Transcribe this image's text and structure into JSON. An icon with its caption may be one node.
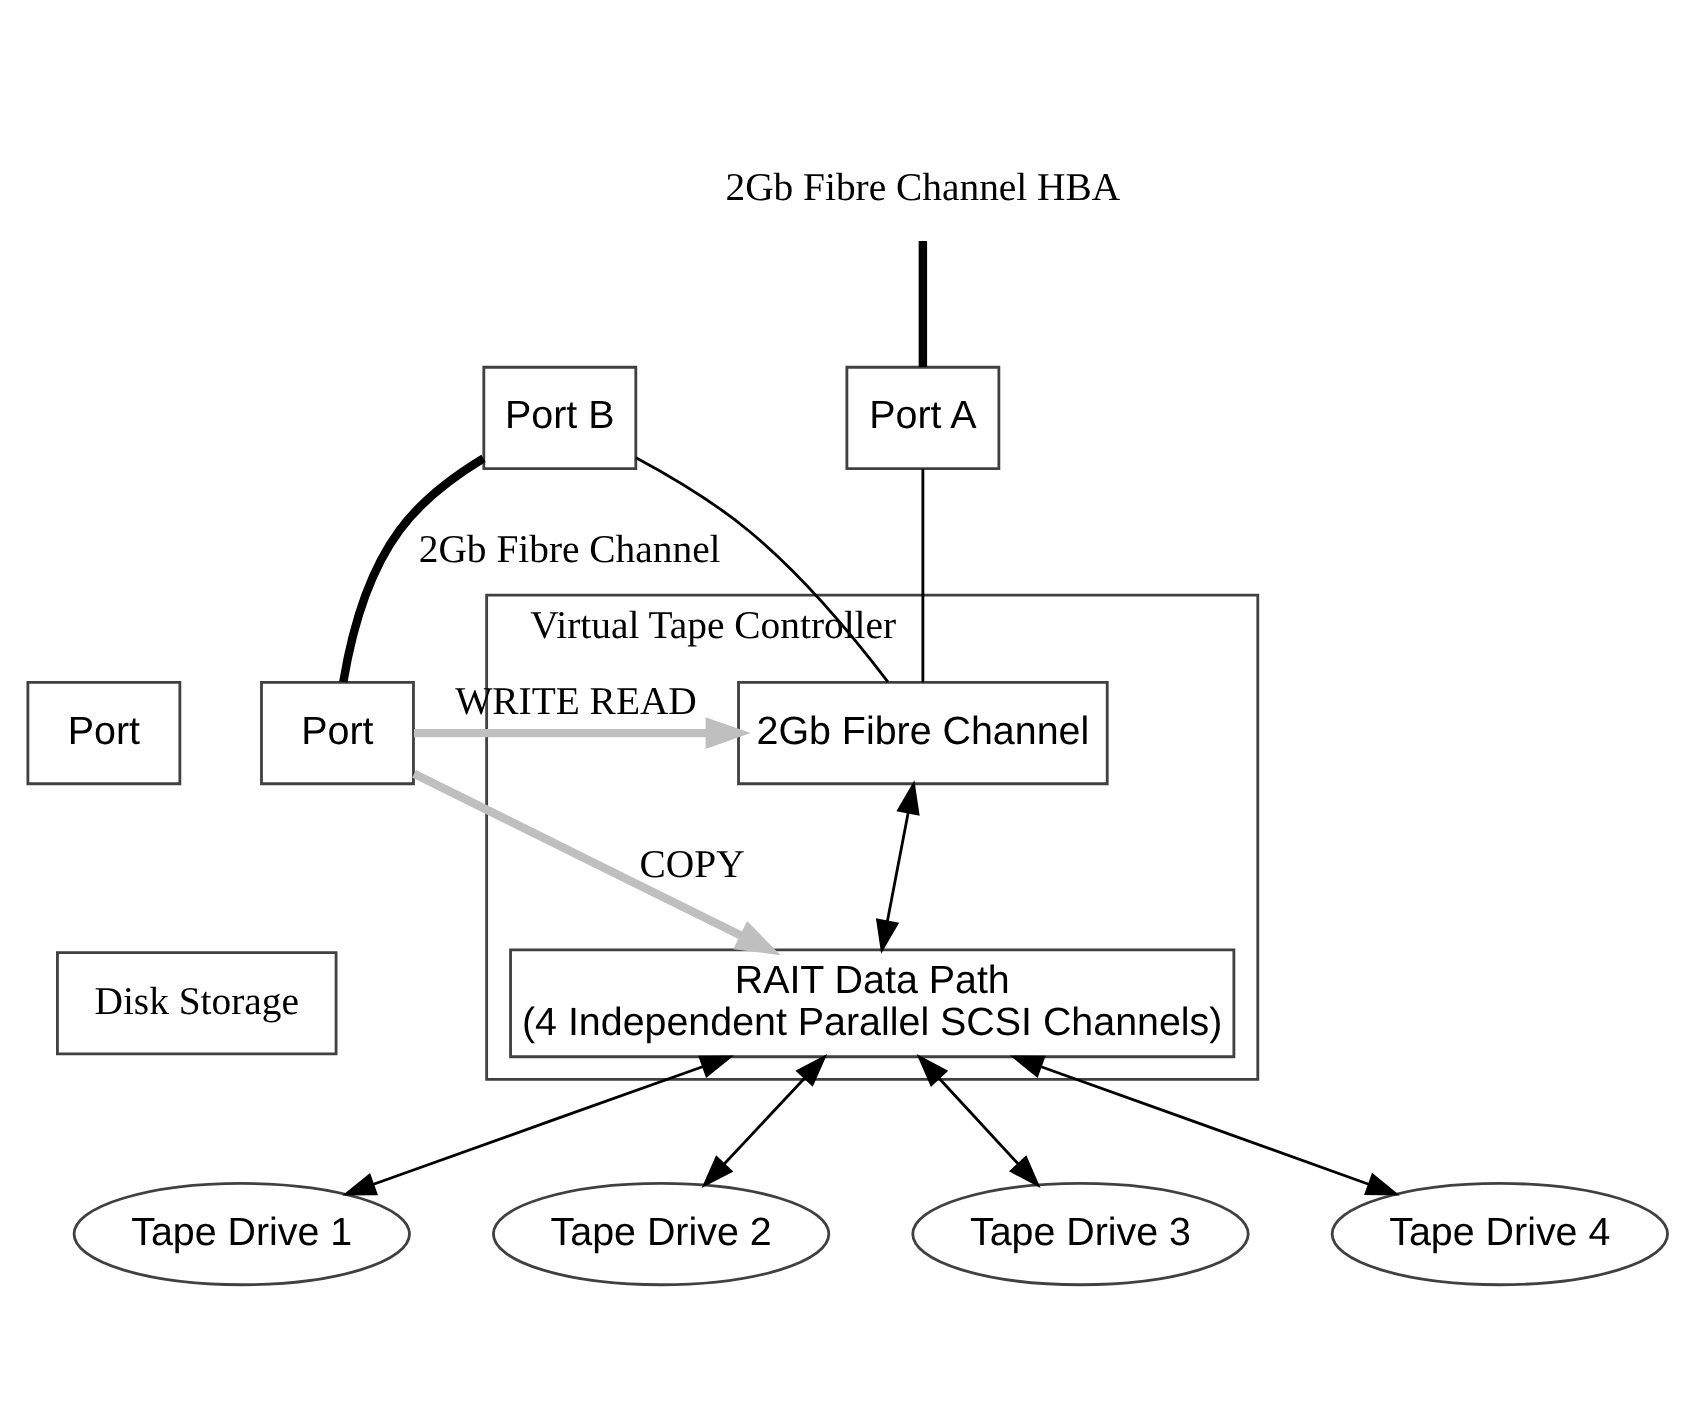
{
  "diagram": {
    "nodes": [
      {
        "text": [
          "2Gb Fibre Channel HBA"
        ]
      },
      {
        "text": [
          "Port A"
        ]
      },
      {
        "text": [
          "Virtual Tape Controller"
        ]
      },
      {
        "text": [
          "2Gb Fibre Channel"
        ],
        "in": 2
      },
      {
        "text": [
          "Port B"
        ]
      },
      {
        "text": [
          "RAIT Data Path",
          "(4 Independent Parallel SCSI Channels)"
        ],
        "in": 2
      },
      {
        "text": [
          "Port"
        ]
      },
      {
        "text": [
          "Port"
        ]
      },
      {
        "text": [
          "Disk Storage"
        ]
      },
      {
        "text": [
          "Tape Drive 1"
        ]
      },
      {
        "text": [
          "Tape Drive 2"
        ]
      },
      {
        "text": [
          "Tape Drive 3"
        ]
      },
      {
        "text": [
          "Tape Drive 4"
        ]
      }
    ],
    "edges": [
      {
        "from": 0,
        "to": 1,
        "arrow": "none",
        "style": "thick"
      },
      {
        "from": 1,
        "to": 3,
        "arrow": "none"
      },
      {
        "from": 3,
        "to": 4,
        "arrow": "none"
      },
      {
        "from": 4,
        "to": 6,
        "arrow": "none",
        "style": "thick",
        "label": "2Gb Fibre Channel"
      },
      {
        "from": 6,
        "to": 3,
        "arrow": "to",
        "color": "#bfbfbf",
        "style": "thick",
        "label": "WRITE READ"
      },
      {
        "from": 6,
        "to": 5,
        "arrow": "to",
        "color": "#bfbfbf",
        "style": "thick",
        "label": "COPY"
      },
      {
        "from": 3,
        "to": 5,
        "arrow": "both"
      },
      {
        "from": 5,
        "to": 9,
        "arrow": "both"
      },
      {
        "from": 5,
        "to": 10,
        "arrow": "both"
      },
      {
        "from": 5,
        "to": 11,
        "arrow": "both"
      },
      {
        "from": 5,
        "to": 12,
        "arrow": "both"
      }
    ]
  }
}
